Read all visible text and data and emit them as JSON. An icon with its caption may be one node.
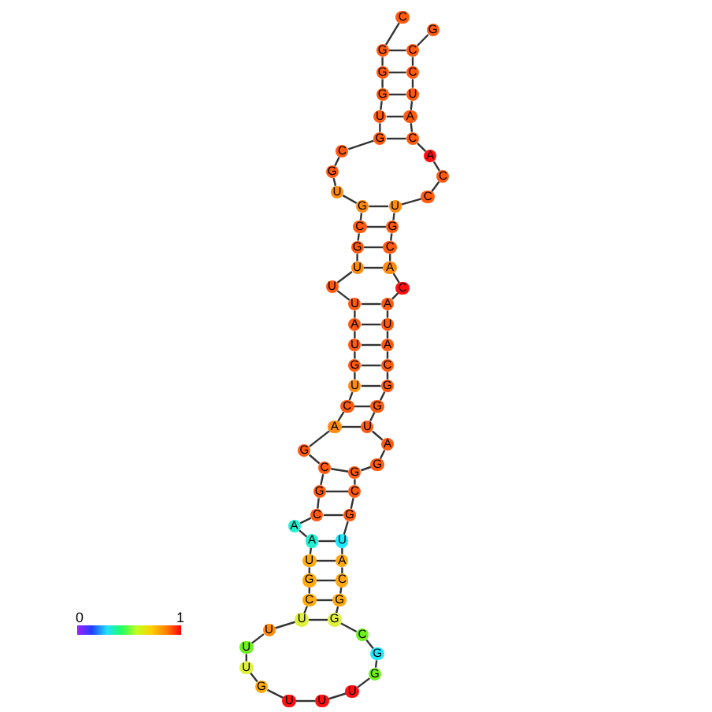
{
  "diagram": {
    "nodes": [
      {
        "text": [
          "C"
        ]
      },
      {
        "text": [
          "G"
        ]
      },
      {
        "text": [
          "G"
        ]
      },
      {
        "text": [
          "G"
        ]
      },
      {
        "text": [
          "U"
        ]
      },
      {
        "text": [
          "G"
        ]
      },
      {
        "text": [
          "C"
        ]
      },
      {
        "text": [
          "G"
        ]
      },
      {
        "text": [
          "U"
        ]
      },
      {
        "text": [
          "G"
        ]
      },
      {
        "text": [
          "C"
        ]
      },
      {
        "text": [
          "G"
        ]
      },
      {
        "text": [
          "U"
        ]
      },
      {
        "text": [
          "U"
        ]
      },
      {
        "text": [
          "U"
        ]
      },
      {
        "text": [
          "A"
        ]
      },
      {
        "text": [
          "U"
        ]
      },
      {
        "text": [
          "G"
        ]
      },
      {
        "text": [
          "U"
        ]
      },
      {
        "text": [
          "C"
        ]
      },
      {
        "text": [
          "A"
        ]
      },
      {
        "text": [
          "G"
        ]
      },
      {
        "text": [
          "C"
        ]
      },
      {
        "text": [
          "G"
        ]
      },
      {
        "text": [
          "C"
        ]
      },
      {
        "text": [
          "A"
        ]
      },
      {
        "text": [
          "A"
        ]
      },
      {
        "text": [
          "U"
        ]
      },
      {
        "text": [
          "G"
        ]
      },
      {
        "text": [
          "C"
        ]
      },
      {
        "text": [
          "U"
        ]
      },
      {
        "text": [
          "U"
        ]
      },
      {
        "text": [
          "U"
        ]
      },
      {
        "text": [
          "U"
        ]
      },
      {
        "text": [
          "G"
        ]
      },
      {
        "text": [
          "U"
        ]
      },
      {
        "text": [
          "U"
        ]
      },
      {
        "text": [
          "U"
        ]
      },
      {
        "text": [
          "G"
        ]
      },
      {
        "text": [
          "G"
        ]
      },
      {
        "text": [
          "C"
        ]
      },
      {
        "text": [
          "G"
        ]
      },
      {
        "text": [
          "G"
        ]
      },
      {
        "text": [
          "C"
        ]
      },
      {
        "text": [
          "A"
        ]
      },
      {
        "text": [
          "U"
        ]
      },
      {
        "text": [
          "G"
        ]
      },
      {
        "text": [
          "C"
        ]
      },
      {
        "text": [
          "G"
        ]
      },
      {
        "text": [
          "G"
        ]
      },
      {
        "text": [
          "A"
        ]
      },
      {
        "text": [
          "U"
        ]
      },
      {
        "text": [
          "G"
        ]
      },
      {
        "text": [
          "G"
        ]
      },
      {
        "text": [
          "C"
        ]
      },
      {
        "text": [
          "A"
        ]
      },
      {
        "text": [
          "U"
        ]
      },
      {
        "text": [
          "A"
        ]
      },
      {
        "text": [
          "C"
        ]
      },
      {
        "text": [
          "A"
        ]
      },
      {
        "text": [
          "C"
        ]
      },
      {
        "text": [
          "G"
        ]
      },
      {
        "text": [
          "U"
        ]
      },
      {
        "text": [
          "C"
        ]
      },
      {
        "text": [
          "C"
        ]
      },
      {
        "text": [
          "A"
        ]
      },
      {
        "text": [
          "C"
        ]
      },
      {
        "text": [
          "A"
        ]
      },
      {
        "text": [
          "U"
        ]
      },
      {
        "text": [
          "C"
        ]
      },
      {
        "text": [
          "C"
        ]
      },
      {
        "text": [
          "G"
        ]
      }
    ],
    "edges": [
      {
        "from": 0,
        "to": 1,
        "arrow": "none"
      },
      {
        "from": 1,
        "to": 2,
        "arrow": "none"
      },
      {
        "from": 2,
        "to": 3,
        "arrow": "none"
      },
      {
        "from": 3,
        "to": 4,
        "arrow": "none"
      },
      {
        "from": 4,
        "to": 5,
        "arrow": "none"
      },
      {
        "from": 5,
        "to": 6,
        "arrow": "none"
      },
      {
        "from": 6,
        "to": 7,
        "arrow": "none"
      },
      {
        "from": 7,
        "to": 8,
        "arrow": "none"
      },
      {
        "from": 8,
        "to": 9,
        "arrow": "none"
      },
      {
        "from": 9,
        "to": 10,
        "arrow": "none"
      },
      {
        "from": 10,
        "to": 11,
        "arrow": "none"
      },
      {
        "from": 11,
        "to": 12,
        "arrow": "none"
      },
      {
        "from": 12,
        "to": 13,
        "arrow": "none"
      },
      {
        "from": 13,
        "to": 14,
        "arrow": "none"
      },
      {
        "from": 14,
        "to": 15,
        "arrow": "none"
      },
      {
        "from": 15,
        "to": 16,
        "arrow": "none"
      },
      {
        "from": 16,
        "to": 17,
        "arrow": "none"
      },
      {
        "from": 17,
        "to": 18,
        "arrow": "none"
      },
      {
        "from": 18,
        "to": 19,
        "arrow": "none"
      },
      {
        "from": 19,
        "to": 20,
        "arrow": "none"
      },
      {
        "from": 20,
        "to": 21,
        "arrow": "none"
      },
      {
        "from": 21,
        "to": 22,
        "arrow": "none"
      },
      {
        "from": 22,
        "to": 23,
        "arrow": "none"
      },
      {
        "from": 23,
        "to": 24,
        "arrow": "none"
      },
      {
        "from": 24,
        "to": 25,
        "arrow": "none"
      },
      {
        "from": 25,
        "to": 26,
        "arrow": "none"
      },
      {
        "from": 26,
        "to": 27,
        "arrow": "none"
      },
      {
        "from": 27,
        "to": 28,
        "arrow": "none"
      },
      {
        "from": 28,
        "to": 29,
        "arrow": "none"
      },
      {
        "from": 29,
        "to": 30,
        "arrow": "none"
      },
      {
        "from": 30,
        "to": 31,
        "arrow": "none"
      },
      {
        "from": 31,
        "to": 32,
        "arrow": "none"
      },
      {
        "from": 32,
        "to": 33,
        "arrow": "none"
      },
      {
        "from": 33,
        "to": 34,
        "arrow": "none"
      },
      {
        "from": 34,
        "to": 35,
        "arrow": "none"
      },
      {
        "from": 35,
        "to": 36,
        "arrow": "none"
      },
      {
        "from": 36,
        "to": 37,
        "arrow": "none"
      },
      {
        "from": 37,
        "to": 38,
        "arrow": "none"
      },
      {
        "from": 38,
        "to": 39,
        "arrow": "none"
      },
      {
        "from": 39,
        "to": 40,
        "arrow": "none"
      },
      {
        "from": 40,
        "to": 41,
        "arrow": "none"
      },
      {
        "from": 41,
        "to": 42,
        "arrow": "none"
      },
      {
        "from": 42,
        "to": 43,
        "arrow": "none"
      },
      {
        "from": 43,
        "to": 44,
        "arrow": "none"
      },
      {
        "from": 44,
        "to": 45,
        "arrow": "none"
      },
      {
        "from": 45,
        "to": 46,
        "arrow": "none"
      },
      {
        "from": 46,
        "to": 47,
        "arrow": "none"
      },
      {
        "from": 47,
        "to": 48,
        "arrow": "none"
      },
      {
        "from": 48,
        "to": 49,
        "arrow": "none"
      },
      {
        "from": 49,
        "to": 50,
        "arrow": "none"
      },
      {
        "from": 50,
        "to": 51,
        "arrow": "none"
      },
      {
        "from": 51,
        "to": 52,
        "arrow": "none"
      },
      {
        "from": 52,
        "to": 53,
        "arrow": "none"
      },
      {
        "from": 53,
        "to": 54,
        "arrow": "none"
      },
      {
        "from": 54,
        "to": 55,
        "arrow": "none"
      },
      {
        "from": 55,
        "to": 56,
        "arrow": "none"
      },
      {
        "from": 56,
        "to": 57,
        "arrow": "none"
      },
      {
        "from": 57,
        "to": 58,
        "arrow": "none"
      },
      {
        "from": 58,
        "to": 59,
        "arrow": "none"
      },
      {
        "from": 59,
        "to": 60,
        "arrow": "none"
      },
      {
        "from": 60,
        "to": 61,
        "arrow": "none"
      },
      {
        "from": 61,
        "to": 62,
        "arrow": "none"
      },
      {
        "from": 62,
        "to": 63,
        "arrow": "none"
      },
      {
        "from": 63,
        "to": 64,
        "arrow": "none"
      },
      {
        "from": 64,
        "to": 65,
        "arrow": "none"
      },
      {
        "from": 65,
        "to": 66,
        "arrow": "none"
      },
      {
        "from": 66,
        "to": 67,
        "arrow": "none"
      },
      {
        "from": 67,
        "to": 68,
        "arrow": "none"
      },
      {
        "from": 68,
        "to": 69,
        "arrow": "none"
      },
      {
        "from": 69,
        "to": 70,
        "arrow": "none"
      },
      {
        "from": 70,
        "to": 71,
        "arrow": "none"
      },
      {
        "from": 1,
        "to": 70,
        "arrow": "none"
      },
      {
        "from": 2,
        "to": 69,
        "arrow": "none"
      },
      {
        "from": 3,
        "to": 68,
        "arrow": "none"
      },
      {
        "from": 4,
        "to": 67,
        "arrow": "none"
      },
      {
        "from": 5,
        "to": 66,
        "arrow": "none"
      },
      {
        "from": 9,
        "to": 62,
        "arrow": "none"
      },
      {
        "from": 10,
        "to": 61,
        "arrow": "none"
      },
      {
        "from": 11,
        "to": 60,
        "arrow": "none"
      },
      {
        "from": 12,
        "to": 59,
        "arrow": "none"
      },
      {
        "from": 14,
        "to": 57,
        "arrow": "none"
      },
      {
        "from": 15,
        "to": 56,
        "arrow": "none"
      },
      {
        "from": 16,
        "to": 55,
        "arrow": "none"
      },
      {
        "from": 17,
        "to": 54,
        "arrow": "none"
      },
      {
        "from": 18,
        "to": 53,
        "arrow": "none"
      },
      {
        "from": 19,
        "to": 52,
        "arrow": "none"
      },
      {
        "from": 20,
        "to": 51,
        "arrow": "none"
      },
      {
        "from": 22,
        "to": 48,
        "arrow": "none"
      },
      {
        "from": 23,
        "to": 47,
        "arrow": "none"
      },
      {
        "from": 24,
        "to": 46,
        "arrow": "none"
      },
      {
        "from": 26,
        "to": 45,
        "arrow": "none"
      },
      {
        "from": 27,
        "to": 44,
        "arrow": "none"
      },
      {
        "from": 28,
        "to": 43,
        "arrow": "none"
      },
      {
        "from": 29,
        "to": 42,
        "arrow": "none"
      },
      {
        "from": 30,
        "to": 41,
        "arrow": "none"
      }
    ],
    "labels": [
      "0",
      "1"
    ]
  }
}
